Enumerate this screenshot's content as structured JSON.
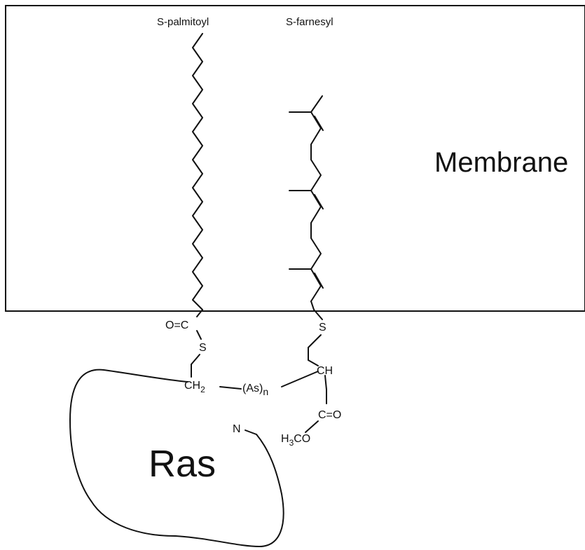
{
  "labels": {
    "palmitoyl": "S-palmitoyl",
    "farnesyl": "S-farnesyl",
    "membrane": "Membrane",
    "ras": "Ras",
    "n_terminus": "N",
    "thioester_oxygen": "O=C",
    "thioester_sulfur": "S",
    "thioether_sulfur": "S",
    "ch2": "CH",
    "ch2_subscript": "2",
    "linker": "(As)",
    "linker_subscript": "n",
    "ch": "CH",
    "carbonyl": "C=O",
    "methoxy": "H",
    "methoxy_subscript": "3",
    "methoxy_rest": "CO"
  },
  "colors": {
    "line": "#111111",
    "background": "#ffffff"
  }
}
